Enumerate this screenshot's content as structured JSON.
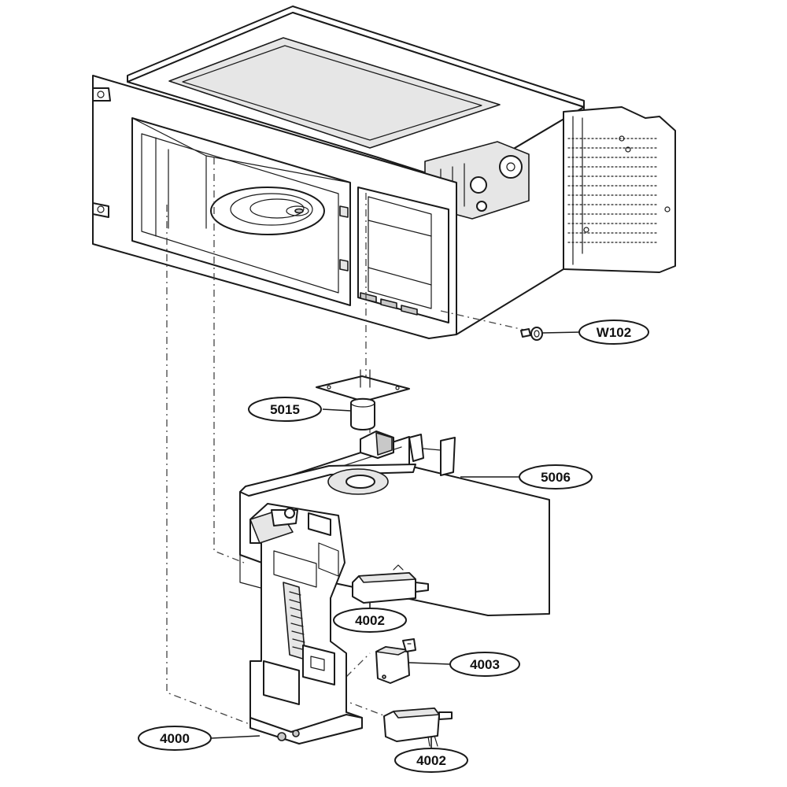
{
  "callouts": {
    "w102": "W102",
    "c5015": "5015",
    "c5006": "5006",
    "c4002_upper": "4002",
    "c4003": "4003",
    "c4000": "4000",
    "c4002_lower": "4002"
  }
}
